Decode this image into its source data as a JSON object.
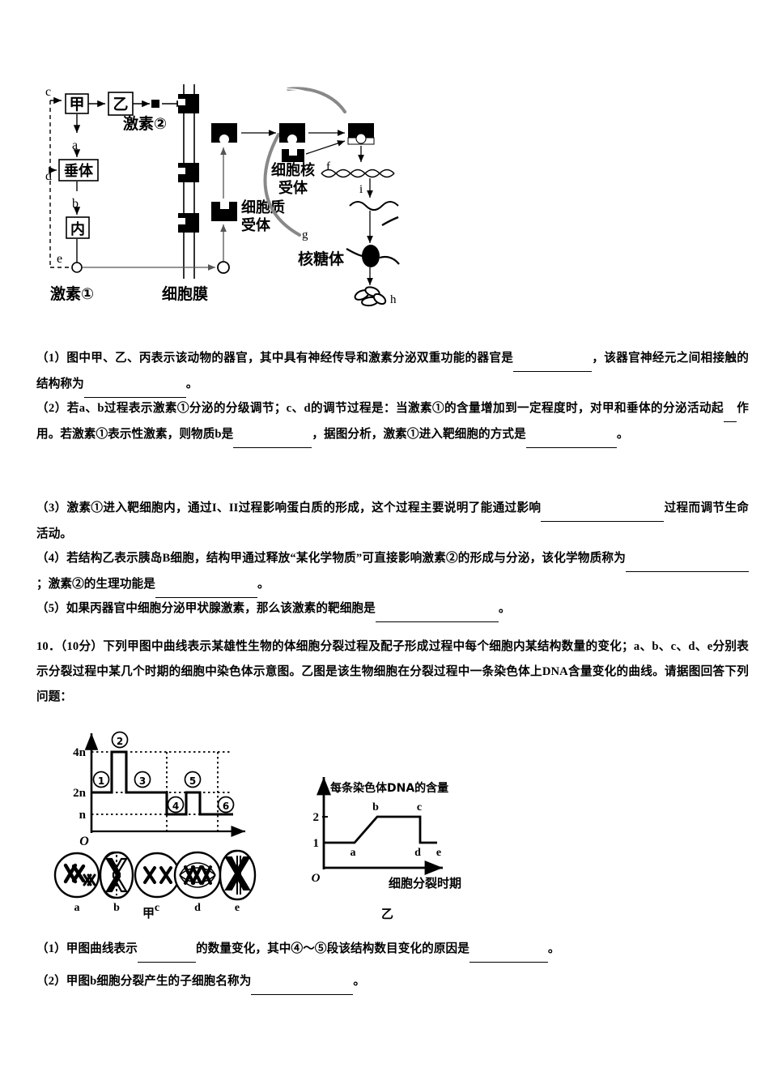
{
  "document": {
    "type": "exam-paper",
    "language": "zh-CN",
    "subject": "biology"
  },
  "figure_hormone": {
    "name": "hormone-regulation-diagram",
    "boxes": {
      "jia": "甲",
      "yi": "乙",
      "chuiti": "垂体",
      "nei": "内"
    },
    "labels": {
      "hormone2": "激素②",
      "hormone1": "激素①",
      "membrane": "细胞膜",
      "nuclear_receptor": "细胞核\n受体",
      "nuclear_receptor_l1": "细胞核",
      "nuclear_receptor_l2": "受体",
      "cytoplasm_receptor_l1": "细胞质",
      "cytoplasm_receptor_l2": "受体",
      "ribosome": "核糖体"
    },
    "letters": [
      "a",
      "b",
      "c",
      "d",
      "e",
      "f",
      "g",
      "h",
      "i"
    ]
  },
  "questions": [
    {
      "id": "q9-1",
      "segments": [
        {
          "t": "（1）图中甲、乙、丙表示该动物的器官，其中具有神经传导和激素分泌双重功能的器官是"
        },
        {
          "blank": "b95"
        },
        {
          "t": "，该器官神经元之间相接触的结构称为"
        },
        {
          "blank": "b125"
        },
        {
          "t": "。"
        }
      ]
    },
    {
      "id": "q9-2",
      "segments": [
        {
          "t": "（2）若a、b过程表示激素①分泌的分级调节；c、d的调节过程是：当激素①的含量增加到一定程度时，对甲和垂体的分泌活动起"
        },
        {
          "blank": "b14"
        },
        {
          "t": "作用。若激素①表示性激素，则物质b是"
        },
        {
          "blank": "b95"
        },
        {
          "t": "，据图分析，激素①进入靶细胞的方式是"
        },
        {
          "blank": "b110"
        },
        {
          "t": "。"
        }
      ]
    },
    {
      "id": "q9-3",
      "segments": [
        {
          "t": "（3）激素①进入靶细胞内，通过I、II过程影响蛋白质的形成，这个过程主要说明了能通过影响"
        },
        {
          "blank": "b150"
        },
        {
          "t": "过程而调节生命活动。"
        }
      ]
    },
    {
      "id": "q9-4",
      "segments": [
        {
          "t": "（4）若结构乙表示胰岛B细胞，结构甲通过释放“某化学物质”可直接影响激素②的形成与分泌，该化学物质称为"
        },
        {
          "blank": "b150"
        },
        {
          "t": "；激素②的生理功能是"
        },
        {
          "blank": "b125"
        },
        {
          "t": "。"
        }
      ]
    },
    {
      "id": "q9-5",
      "segments": [
        {
          "t": "（5）如果丙器官中细胞分泌甲状腺激素，那么该激素的靶细胞是"
        },
        {
          "blank": "b150"
        },
        {
          "t": "。"
        }
      ]
    }
  ],
  "question10": {
    "number": "10．",
    "score": "（10分）",
    "stem": "下列甲图中曲线表示某雄性生物的体细胞分裂过程及配子形成过程中每个细胞内某结构数量的变化；a、b、c、d、e分别表示分裂过程中某几个时期的细胞中染色体示意图。乙图是该生物细胞在分裂过程中一条染色体上DNA含量变化的曲线。请据图回答下列问题：",
    "sub_questions": [
      {
        "id": "q10-1",
        "segments": [
          {
            "t": "（1）甲图曲线表示"
          },
          {
            "blank": "b70"
          },
          {
            "t": "的数量变化，其中④～⑤段该结构数目变化的原因是"
          },
          {
            "blank": "b95"
          },
          {
            "t": "。"
          }
        ]
      },
      {
        "id": "q10-2",
        "segments": [
          {
            "t": "（2）甲图b细胞分裂产生的子细胞名称为"
          },
          {
            "blank": "b125"
          },
          {
            "t": "。"
          }
        ]
      }
    ]
  },
  "chart_data": [
    {
      "type": "line",
      "name": "jia-chart",
      "title": "甲",
      "xlabel": "",
      "ylabel": "",
      "ytick_labels": [
        "n",
        "2n",
        "4n"
      ],
      "ytick_values": [
        1,
        2,
        4
      ],
      "origin_label": "O",
      "ylim": [
        0,
        4.6
      ],
      "grid": "dotted-horizontal-and-vertical",
      "stage_labels": [
        "①",
        "②",
        "③",
        "④",
        "⑤",
        "⑥"
      ],
      "step_points": [
        {
          "x": 0,
          "y": 2
        },
        {
          "x": 25,
          "y": 2
        },
        {
          "x": 25,
          "y": 4
        },
        {
          "x": 43,
          "y": 4
        },
        {
          "x": 43,
          "y": 2
        },
        {
          "x": 93,
          "y": 2
        },
        {
          "x": 93,
          "y": 1
        },
        {
          "x": 117,
          "y": 1
        },
        {
          "x": 117,
          "y": 2
        },
        {
          "x": 134,
          "y": 2
        },
        {
          "x": 134,
          "y": 1
        },
        {
          "x": 175,
          "y": 1
        }
      ],
      "stage_label_positions": [
        {
          "label": "①",
          "x": 14,
          "y": 2.6
        },
        {
          "label": "②",
          "x": 34,
          "y": 4.55
        },
        {
          "label": "③",
          "x": 60,
          "y": 2.6
        },
        {
          "label": "④",
          "x": 104,
          "y": 1.55
        },
        {
          "label": "⑤",
          "x": 125,
          "y": 2.6
        },
        {
          "label": "⑥",
          "x": 158,
          "y": 1.55
        }
      ],
      "vertical_dividers": [
        93,
        156
      ]
    },
    {
      "type": "line",
      "name": "yi-chart",
      "title": "乙",
      "axis_title": "每条染色体DNA的含量",
      "xlabel": "细胞分裂时期",
      "ylabel": "",
      "ytick_labels": [
        "1",
        "2"
      ],
      "ytick_values": [
        1,
        2
      ],
      "origin_label": "O",
      "ylim": [
        0,
        2.8
      ],
      "grid": "none",
      "point_labels": [
        "a",
        "b",
        "c",
        "d",
        "e"
      ],
      "points": [
        {
          "label": "",
          "x": 0,
          "y": 1
        },
        {
          "label": "a",
          "x": 38,
          "y": 1
        },
        {
          "label": "b",
          "x": 70,
          "y": 2
        },
        {
          "label": "c",
          "x": 147,
          "y": 2
        },
        {
          "label": "d",
          "x": 147,
          "y": 1
        },
        {
          "label": "e",
          "x": 175,
          "y": 1
        }
      ]
    }
  ],
  "cell_figures": {
    "name": "chromosome-cell-diagrams",
    "labels": [
      "a",
      "b",
      "c",
      "d",
      "e"
    ],
    "caption": "甲"
  }
}
